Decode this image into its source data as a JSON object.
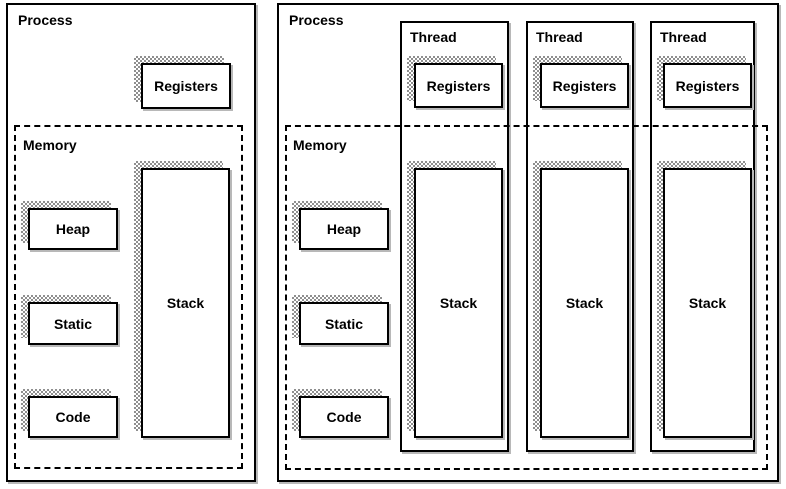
{
  "figure": {
    "left_process": {
      "title": "Process",
      "registers": "Registers",
      "memory_title": "Memory",
      "heap": "Heap",
      "static": "Static",
      "code": "Code",
      "stack": "Stack"
    },
    "right_process": {
      "title": "Process",
      "memory_title": "Memory",
      "heap": "Heap",
      "static": "Static",
      "code": "Code",
      "threads": [
        {
          "title": "Thread",
          "registers": "Registers",
          "stack": "Stack"
        },
        {
          "title": "Thread",
          "registers": "Registers",
          "stack": "Stack"
        },
        {
          "title": "Thread",
          "registers": "Registers",
          "stack": "Stack"
        }
      ]
    },
    "colors": {
      "border": "#000000",
      "hatch_gray": "#8f8f8f",
      "box_shadow_gray": "#b8b8b8",
      "background": "#ffffff"
    }
  }
}
